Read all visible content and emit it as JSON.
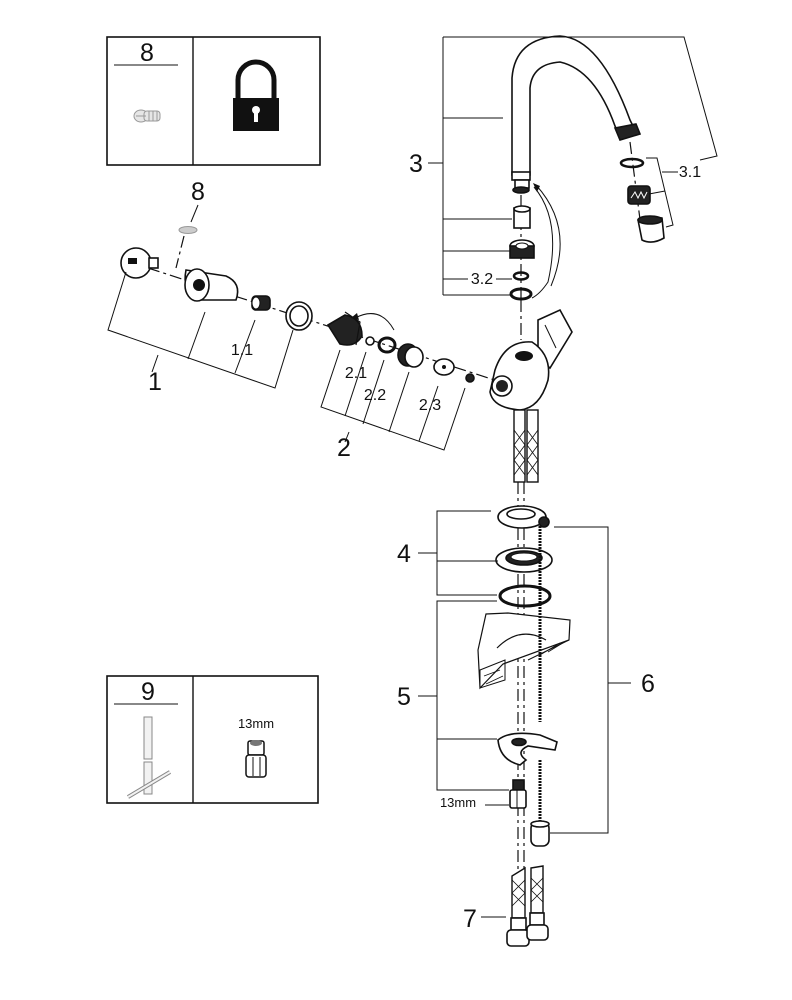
{
  "diagram": {
    "title": "Exploded parts view of single-lever kitchen faucet",
    "callouts": {
      "part_1": "1",
      "part_1_1": "1.1",
      "part_2": "2",
      "part_2_1": "2.1",
      "part_2_2": "2.2",
      "part_2_3": "2.3",
      "part_3": "3",
      "part_3_1": "3.1",
      "part_3_2": "3.2",
      "part_4": "4",
      "part_5": "5",
      "part_6": "6",
      "part_7": "7",
      "part_8": "8",
      "wrench_size": "13mm"
    },
    "box_8": {
      "number": "8",
      "icon_left": "screw-icon",
      "icon_right": "padlock-icon"
    },
    "box_9": {
      "number": "9",
      "icon_left": "t-handle-key-icon",
      "size_label": "13mm",
      "icon_right": "socket-icon"
    }
  }
}
